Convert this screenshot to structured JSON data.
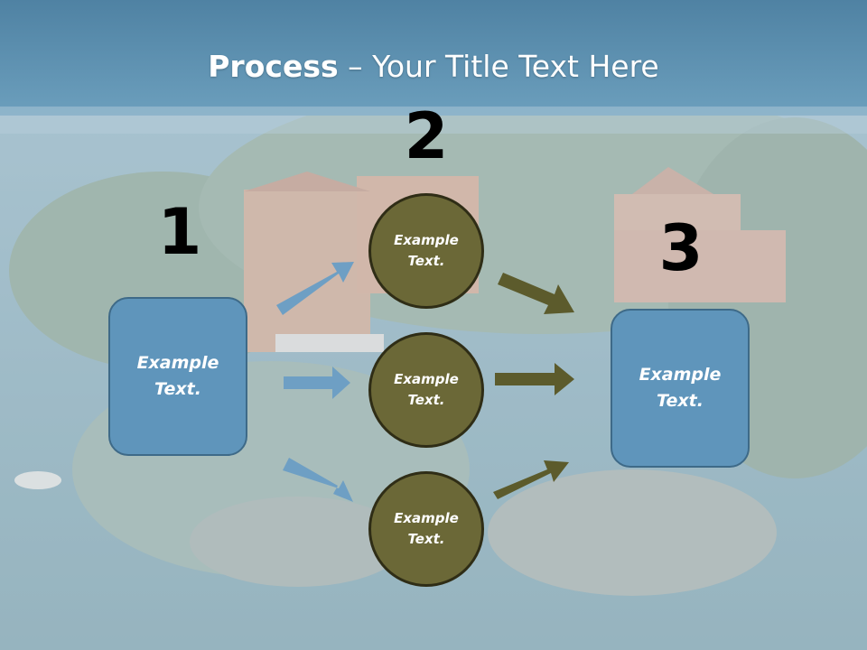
{
  "slide": {
    "title_bold": "Process",
    "title_rest": " – Your Title Text Here"
  },
  "steps": [
    {
      "number": "1",
      "label": "Example Text."
    },
    {
      "number": "2",
      "label": ""
    },
    {
      "number": "3",
      "label": "Example Text."
    }
  ],
  "circles": [
    {
      "label": "Example Text."
    },
    {
      "label": "Example Text."
    },
    {
      "label": "Example Text."
    }
  ],
  "colors": {
    "box_fill": "#5f95bb",
    "circle_fill": "#6b6837",
    "arrow_in": "#6e9fc4",
    "arrow_out": "#5c5b2c",
    "title_band": "#5a8fb0"
  },
  "icons": [
    "arrow-right-icon"
  ]
}
